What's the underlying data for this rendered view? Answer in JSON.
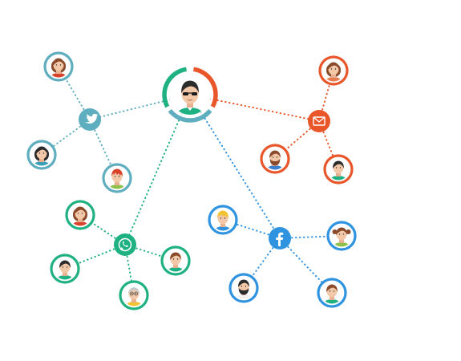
{
  "colors": {
    "twitter": "#5faebf",
    "email": "#e8562a",
    "whatsapp": "#1fb182",
    "facebook": "#2f93e0",
    "hub_green": "#1fb182",
    "hub_orange": "#e8562a",
    "hub_teal": "#5faebf",
    "skin": "#f3c8a8",
    "skin_shadow": "#e8b08f",
    "hair_brown": "#8a4a2c",
    "hair_dark": "#2c2c2c",
    "hair_red": "#d9432b",
    "hair_blond": "#f2c230",
    "hair_gray": "#c9c9c9",
    "glasses": "#1a1a1a"
  },
  "nodes": {
    "center": {
      "name": "center-user",
      "icon": "user-sunglasses-icon"
    },
    "hubs": [
      {
        "id": "twitter",
        "name": "twitter-hub",
        "icon": "twitter-bird-icon"
      },
      {
        "id": "email",
        "name": "email-hub",
        "icon": "envelope-icon"
      },
      {
        "id": "whatsapp",
        "name": "whatsapp-hub",
        "icon": "whatsapp-phone-icon"
      },
      {
        "id": "facebook",
        "name": "facebook-hub",
        "icon": "facebook-f-icon"
      }
    ],
    "people": [
      {
        "name": "twitter-person-1",
        "hub": "twitter",
        "icon": "woman-brown-hair-icon"
      },
      {
        "name": "twitter-person-2",
        "hub": "twitter",
        "icon": "woman-dark-hair-icon"
      },
      {
        "name": "twitter-person-3",
        "hub": "twitter",
        "icon": "man-red-hair-icon"
      },
      {
        "name": "email-person-1",
        "hub": "email",
        "icon": "woman-long-brown-hair-icon"
      },
      {
        "name": "email-person-2",
        "hub": "email",
        "icon": "man-beard-icon"
      },
      {
        "name": "email-person-3",
        "hub": "email",
        "icon": "man-dark-hair-icon"
      },
      {
        "name": "whatsapp-person-1",
        "hub": "whatsapp",
        "icon": "woman-brown-hair-icon"
      },
      {
        "name": "whatsapp-person-2",
        "hub": "whatsapp",
        "icon": "man-dark-hair-icon"
      },
      {
        "name": "whatsapp-person-3",
        "hub": "whatsapp",
        "icon": "man-brown-hair-icon"
      },
      {
        "name": "whatsapp-person-4",
        "hub": "whatsapp",
        "icon": "old-man-glasses-icon"
      },
      {
        "name": "facebook-person-1",
        "hub": "facebook",
        "icon": "boy-blond-hair-icon"
      },
      {
        "name": "facebook-person-2",
        "hub": "facebook",
        "icon": "girl-pigtails-icon"
      },
      {
        "name": "facebook-person-3",
        "hub": "facebook",
        "icon": "man-black-beard-icon"
      },
      {
        "name": "facebook-person-4",
        "hub": "facebook",
        "icon": "man-brown-hair-icon"
      }
    ]
  }
}
